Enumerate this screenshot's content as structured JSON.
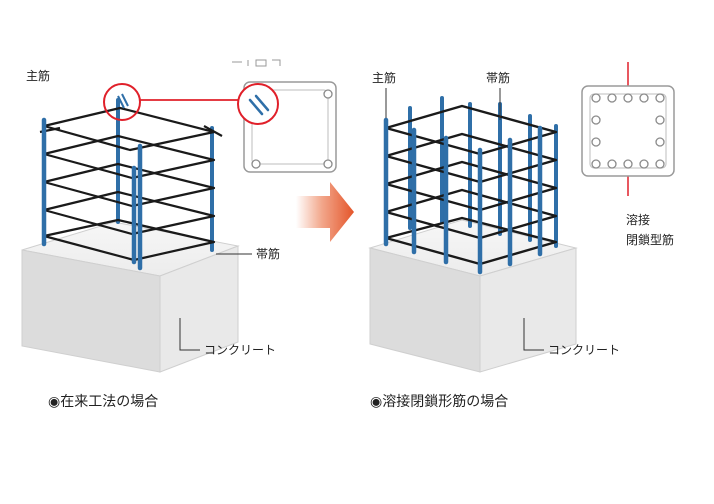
{
  "left": {
    "main_rebar_label": "主筋",
    "hoop_label": "帯筋",
    "concrete_label": "コンクリート",
    "caption": "◉在来工法の場合"
  },
  "right": {
    "main_rebar_label": "主筋",
    "hoop_label": "帯筋",
    "concrete_label": "コンクリート",
    "section_label_line1": "溶接",
    "section_label_line2": "閉鎖型筋",
    "caption": "◉溶接閉鎖形筋の場合"
  },
  "colors": {
    "rebar_blue": "#2f6fa8",
    "highlight_red": "#e0202a",
    "arrow_orange": "#e4552a",
    "concrete_light": "#f1f1f1",
    "concrete_side": "#d9d9d9",
    "hoop": "#1a1a1a"
  }
}
